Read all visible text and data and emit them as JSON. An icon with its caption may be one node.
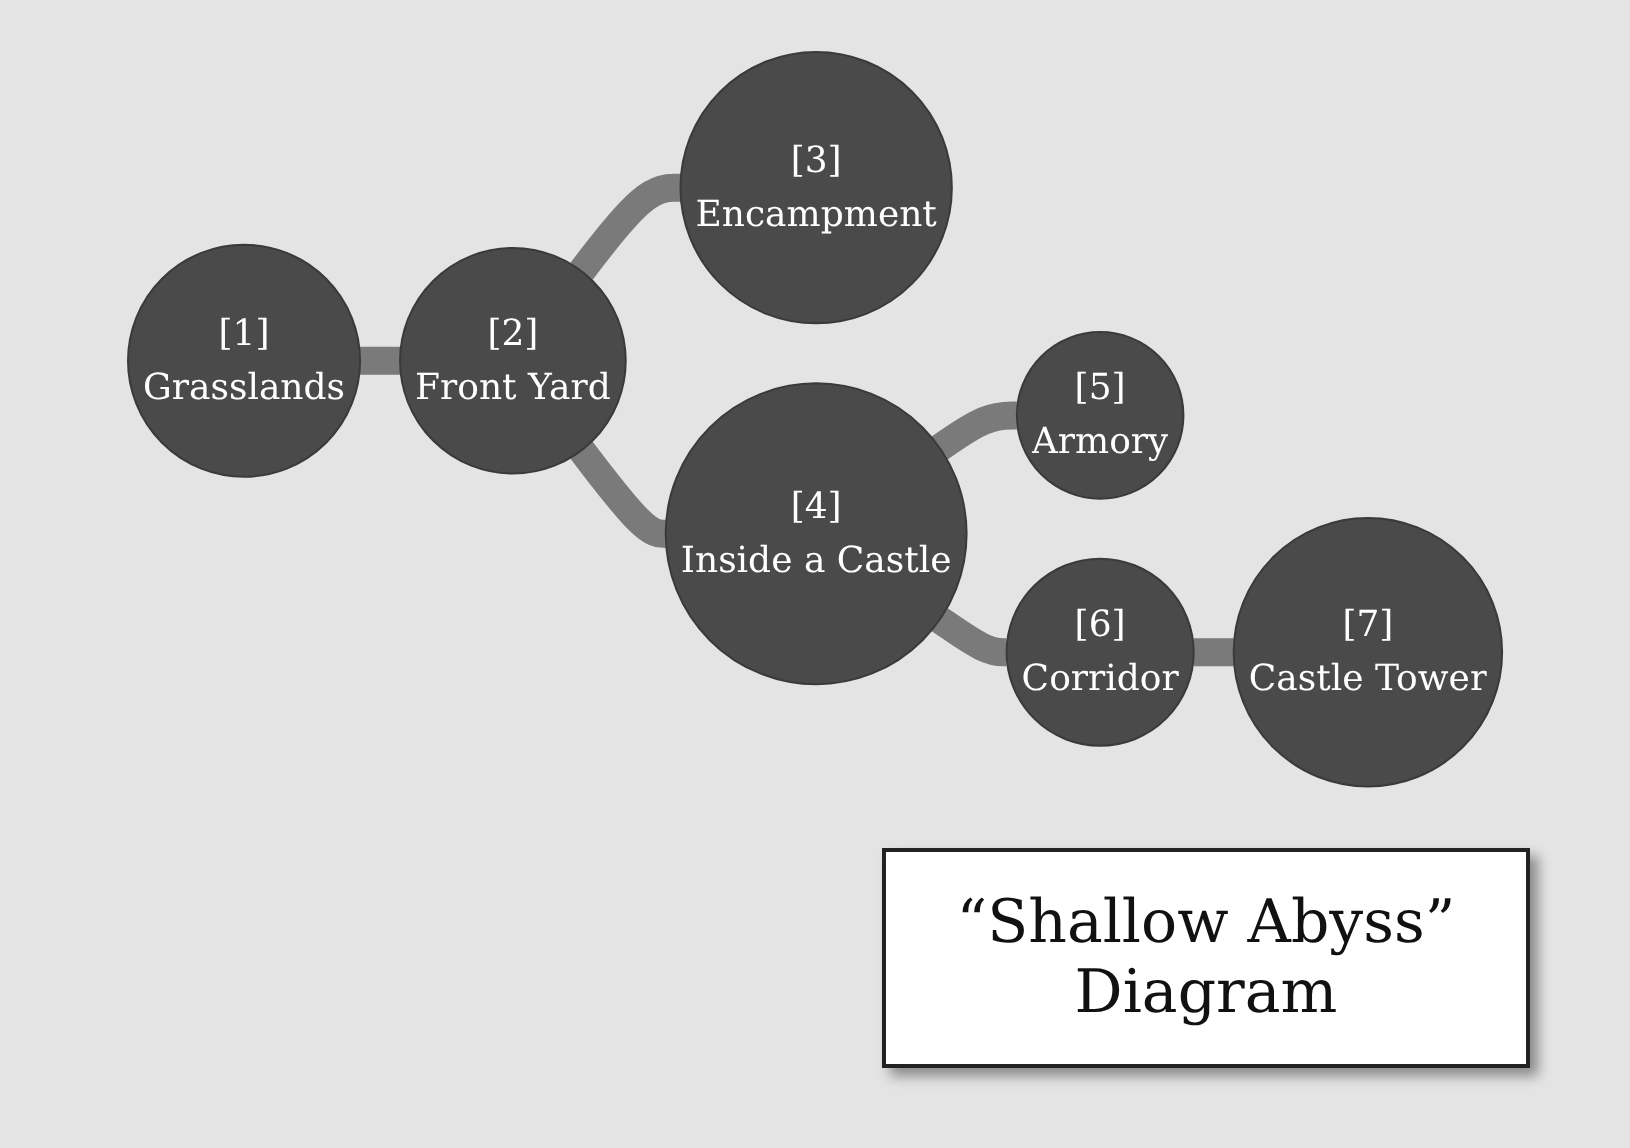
{
  "diagram": {
    "title": "“Shallow Abyss” Diagram",
    "nodes": [
      {
        "text": [
          "[1]",
          "Grasslands"
        ]
      },
      {
        "text": [
          "[2]",
          "Front Yard"
        ]
      },
      {
        "text": [
          "[3]",
          "Encampment"
        ]
      },
      {
        "text": [
          "[4]",
          "Inside a Castle"
        ]
      },
      {
        "text": [
          "[5]",
          "Armory"
        ]
      },
      {
        "text": [
          "[6]",
          "Corridor"
        ]
      },
      {
        "text": [
          "[7]",
          "Castle Tower"
        ]
      }
    ],
    "edges": [
      {
        "from": 0,
        "to": 1,
        "arrow": "none"
      },
      {
        "from": 1,
        "to": 2,
        "arrow": "none"
      },
      {
        "from": 1,
        "to": 3,
        "arrow": "none"
      },
      {
        "from": 3,
        "to": 4,
        "arrow": "none"
      },
      {
        "from": 3,
        "to": 5,
        "arrow": "none"
      },
      {
        "from": 5,
        "to": 6,
        "arrow": "none"
      }
    ]
  }
}
